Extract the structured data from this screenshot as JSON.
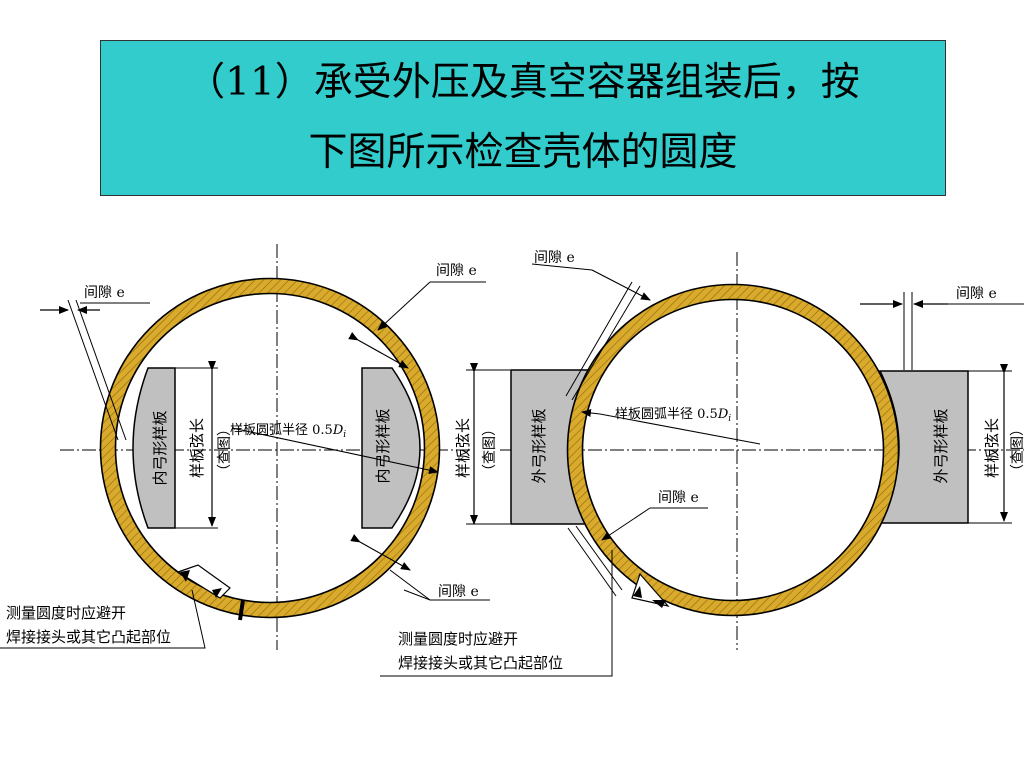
{
  "title": {
    "line1": "（11）承受外压及真空容器组装后，按",
    "line2": "下图所示检查壳体的圆度"
  },
  "labels": {
    "gap": "间隙 e",
    "radius_prefix": "样板圆弧半径 0.5",
    "radius_D": "D",
    "radius_sub": "i",
    "inner_template": "内弓形样板",
    "outer_template": "外弓形样板",
    "chord_length": "样板弦长",
    "lookup": "（查图）",
    "note_line1": "测量圆度时应避开",
    "note_line2": "焊接接头或其它凸起部位"
  },
  "colors": {
    "title_bg": "#33CCCC",
    "shell": "#D9AA2B",
    "template": "#C0C0C0"
  }
}
